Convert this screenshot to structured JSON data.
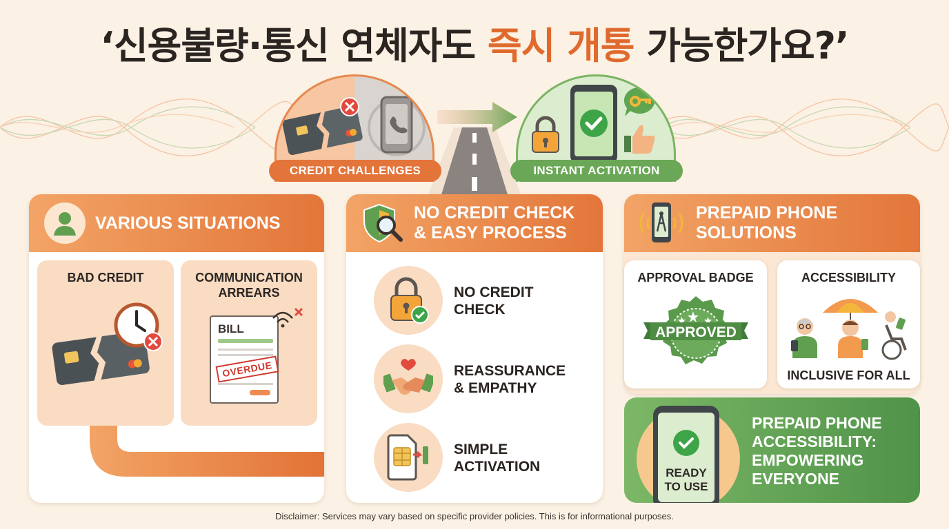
{
  "title": {
    "part1": "‘신용불량·통신 연체자도 ",
    "highlight": "즉시 개통",
    "part2": " 가능한가요?’"
  },
  "banner": {
    "left_label": "CREDIT CHALLENGES",
    "right_label": "INSTANT ACTIVATION"
  },
  "situations": {
    "heading": "VARIOUS SITUATIONS",
    "bad_credit": "BAD CREDIT",
    "arrears_line1": "COMMUNICATION",
    "arrears_line2": "ARREARS",
    "bill_label": "BILL",
    "overdue_stamp": "OVERDUE"
  },
  "process": {
    "heading_line1": "NO CREDIT CHECK",
    "heading_line2": "& EASY PROCESS",
    "items": [
      {
        "line1": "NO CREDIT",
        "line2": "CHECK"
      },
      {
        "line1": "REASSURANCE",
        "line2": "& EMPATHY"
      },
      {
        "line1": "SIMPLE",
        "line2": "ACTIVATION"
      }
    ]
  },
  "prepaid": {
    "heading_line1": "PREPAID PHONE",
    "heading_line2": "SOLUTIONS",
    "approval_label": "APPROVAL BADGE",
    "approved_text": "APPROVED",
    "accessibility_label": "ACCESSIBILITY",
    "inclusive_text": "INCLUSIVE FOR ALL",
    "ready_line1": "READY",
    "ready_line2": "TO USE",
    "empower_lines": [
      "PREPAID PHONE",
      "ACCESSIBILITY:",
      "EMPOWERING",
      "EVERYONE"
    ]
  },
  "disclaimer": "Disclaimer: Services may vary based on specific provider policies. This is for informational purposes.",
  "colors": {
    "orange": "#e3743a",
    "green": "#6aa756",
    "background": "#fbf1e4",
    "peach": "#f9dcc2"
  },
  "icons": [
    "person-icon",
    "shield-magnifier-icon",
    "phone-signal-icon",
    "lock-check-icon",
    "handshake-icon",
    "sim-card-icon",
    "broken-card-icon",
    "clock-icon",
    "bill-icon",
    "approved-badge-icon",
    "umbrella-people-icon",
    "phone-check-icon"
  ]
}
